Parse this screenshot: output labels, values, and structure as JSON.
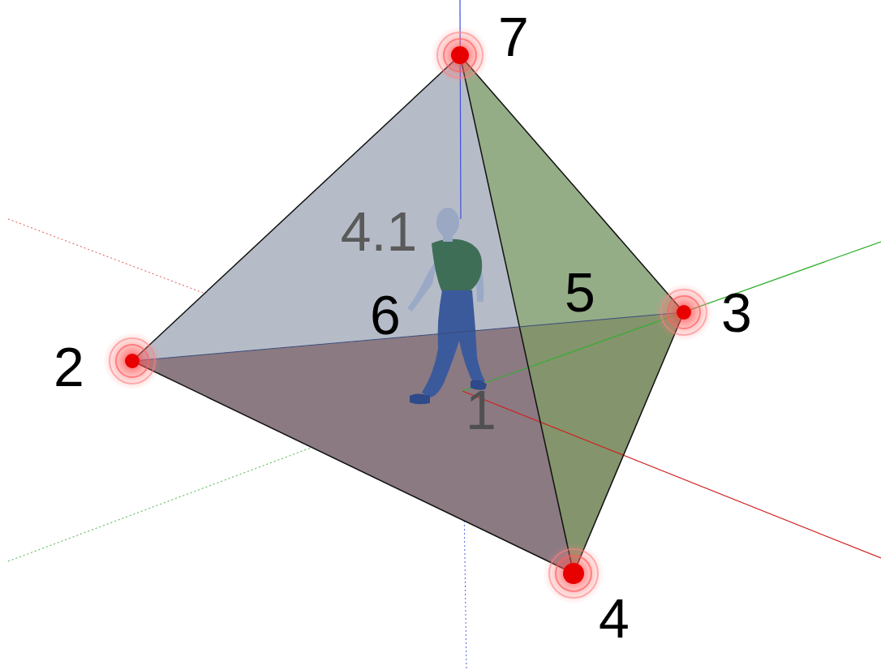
{
  "diagram": {
    "labels": [
      "7",
      "4.1",
      "6",
      "5",
      "3",
      "2",
      "1",
      "4"
    ]
  }
}
